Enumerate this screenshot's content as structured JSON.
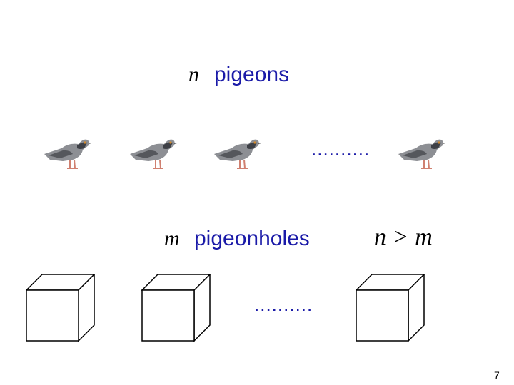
{
  "slide": {
    "page_number": "7",
    "pigeons": {
      "var": "n",
      "label": "pigeons",
      "dots": "..........",
      "count_shown": 4
    },
    "holes": {
      "var": "m",
      "label": "pigeonholes",
      "dots": "..........",
      "count_shown": 3
    },
    "inequality": {
      "lhs": "n",
      "op": ">",
      "rhs": "m"
    },
    "colors": {
      "label": "#1a1aa8",
      "text": "#000000"
    }
  }
}
